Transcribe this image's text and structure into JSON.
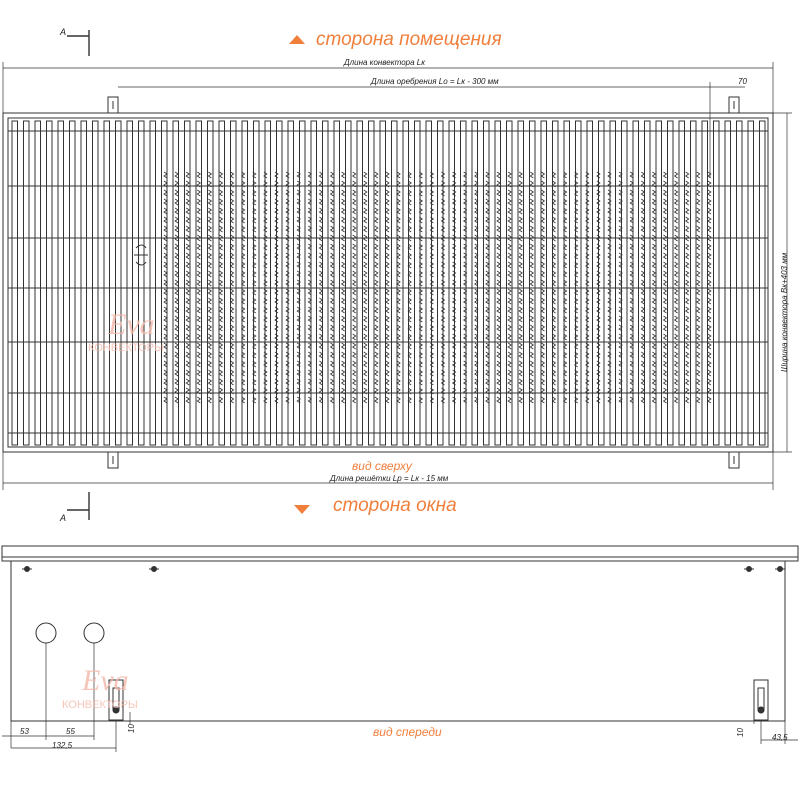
{
  "top_view": {
    "room_side": "сторона помещения",
    "window_side": "сторона окна",
    "view_label": "вид сверху",
    "section_mark": "A",
    "dim_length": "Длина конвектора Lк",
    "dim_fin_length": "Длина оребрения Lo = Lк - 300 мм",
    "dim_offset": "70",
    "dim_grille": "Длина решётки Lр = Lк - 15 мм",
    "dim_width": "Ширина конвектора Bк+403 мм"
  },
  "front_view": {
    "view_label": "вид спереди",
    "dims": [
      "53",
      "55",
      "132,5",
      "10",
      "10",
      "43,5"
    ]
  },
  "watermark": {
    "logo": "Eva",
    "subtitle": "КОНВЕКТОРЫ"
  },
  "colors": {
    "accent": "#f07f3c",
    "line": "#333333",
    "watermark": "#f5b7a8"
  }
}
